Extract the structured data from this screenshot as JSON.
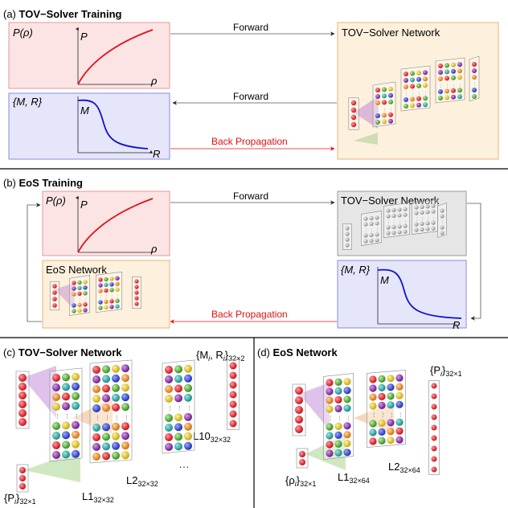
{
  "panel_a": {
    "prefix": "(a) ",
    "title": "TOV−Solver Training",
    "input_label": "P(ρ)",
    "input_y_axis": "P",
    "input_x_axis": "ρ",
    "output_label": "{M, R}",
    "output_y_axis": "M",
    "output_x_axis": "R",
    "network_label": "TOV−Solver Network",
    "arrow_forward_1": "Forward",
    "arrow_forward_2": "Forward",
    "arrow_backprop": "Back Propagation"
  },
  "panel_b": {
    "prefix": "(b) ",
    "title": "EoS Training",
    "input_label": "P(ρ)",
    "input_y_axis": "P",
    "input_x_axis": "ρ",
    "network_label": "TOV−Solver Network",
    "eos_network_label": "EoS Network",
    "output_label": "{M, R}",
    "output_y_axis": "M",
    "output_x_axis": "R",
    "arrow_forward": "Forward",
    "arrow_backprop": "Back Propagation"
  },
  "panel_c": {
    "prefix": "(c) ",
    "title": "TOV−Solver Network",
    "input_label": "{P",
    "input_sub": "i",
    "input_close": "}",
    "input_dim": "32×1",
    "l1": "L1",
    "l1_dim": "32×32",
    "l2": "L2",
    "l2_dim": "32×32",
    "l10": "L10",
    "l10_dim": "32×32",
    "output_label": "{M",
    "output_sub_1": "i",
    "output_mid": ", R",
    "output_sub_2": "i",
    "output_close": "}",
    "output_dim": "32×2",
    "ellipsis": "…"
  },
  "panel_d": {
    "prefix": "(d) ",
    "title": "EoS Network",
    "input_label": "{ρ",
    "input_sub": "i",
    "input_close": "}",
    "input_dim": "32×1",
    "l1": "L1",
    "l1_dim": "32×64",
    "l2": "L2",
    "l2_dim": "32×64",
    "output_label": "{P",
    "output_sub": "i",
    "output_close": "}",
    "output_dim": "32×1"
  },
  "colors": {
    "pink_fill": "#fce4e4",
    "pink_stroke": "#e39a9a",
    "blue_fill": "#e6e6fb",
    "blue_stroke": "#8a8ad8",
    "orange_fill": "#fdf0dd",
    "orange_stroke": "#e6b67e",
    "gray_fill": "#e6e6e6",
    "gray_stroke": "#9a9a9a",
    "curve_red": "#e0101a",
    "curve_blue": "#1010d0",
    "backprop_red": "#e01010"
  },
  "icons": [
    "arrow-right-icon",
    "arrow-left-icon",
    "neuron-icon"
  ]
}
